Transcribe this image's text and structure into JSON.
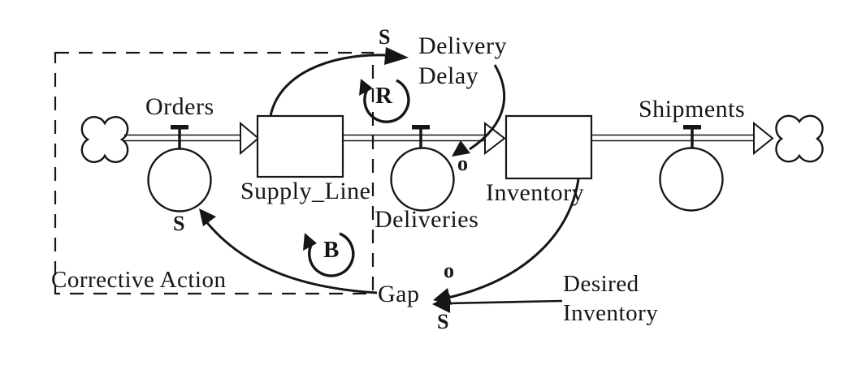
{
  "diagram": {
    "kind": "stock-and-flow",
    "stocks": [
      {
        "label": "Supply_Line"
      },
      {
        "label": "Inventory"
      }
    ],
    "flows": [
      {
        "label": "Orders"
      },
      {
        "label": "Deliveries"
      },
      {
        "label": "Shipments"
      }
    ],
    "variables": {
      "delivery_delay_line1": "Delivery",
      "delivery_delay_line2": "Delay",
      "gap": "Gap",
      "desired_inventory_line1": "Desired",
      "desired_inventory_line2": "Inventory"
    },
    "boundary_label": "Corrective Action",
    "loop_labels": {
      "reinforcing": "R",
      "balancing": "B"
    },
    "polarities": {
      "supplyline_to_deliverydelay": "S",
      "deliverydelay_to_deliveries": "o",
      "inventory_to_gap": "o",
      "desired_to_gap": "S",
      "gap_to_orders": "S"
    },
    "colors": {
      "ink": "#161616",
      "background": "#ffffff"
    }
  }
}
